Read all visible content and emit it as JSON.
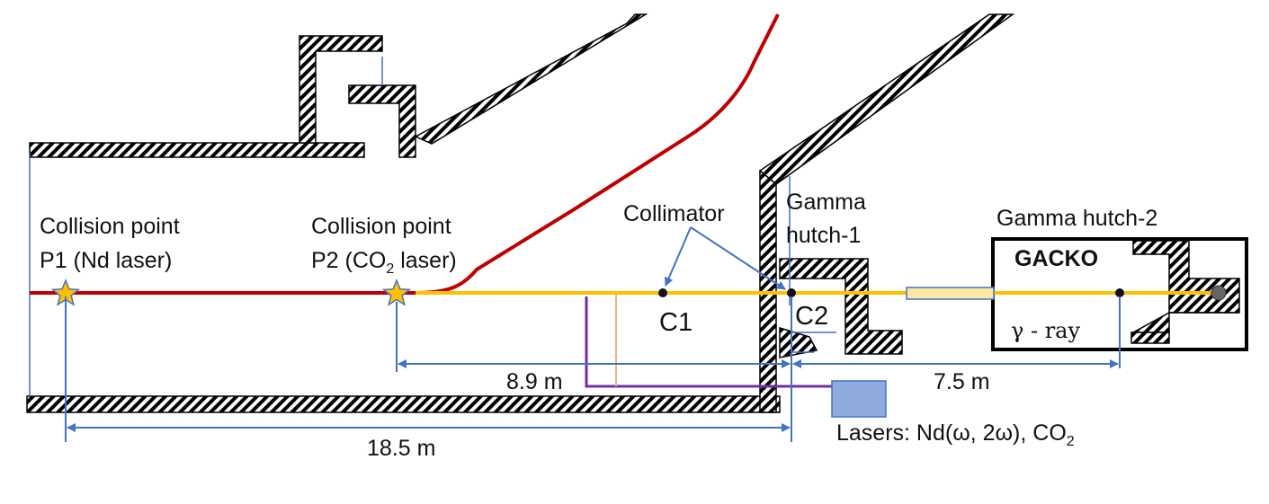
{
  "labels": {
    "p1_line1": "Collision point",
    "p1_line2": "P1 (Nd laser)",
    "p2_line1": "Collision point",
    "p2_line2_pre": "P2 (CO",
    "p2_line2_sub": "2",
    "p2_line2_post": " laser)",
    "collimator": "Collimator",
    "c1": "C1",
    "c2": "C2",
    "hutch1_line1": "Gamma",
    "hutch1_line2": "hutch-1",
    "hutch2": "Gamma hutch-2",
    "gacko": "GACKO",
    "gamma_ray": "γ - ray",
    "dist_p2_c2": "8.9 m",
    "dist_c2_gacko": "7.5 m",
    "dist_p1_c2": "18.5 m",
    "lasers_pre": "Lasers: Nd(ω, 2ω), CO",
    "lasers_sub": "2"
  },
  "colors": {
    "electron_beam": "#c00000",
    "gamma_beam": "#ffc000",
    "dimension": "#4472c4",
    "laser_path": "#7030a0",
    "laser_box": "#8faadc",
    "shield": "#000000",
    "star": "#ffc000"
  }
}
